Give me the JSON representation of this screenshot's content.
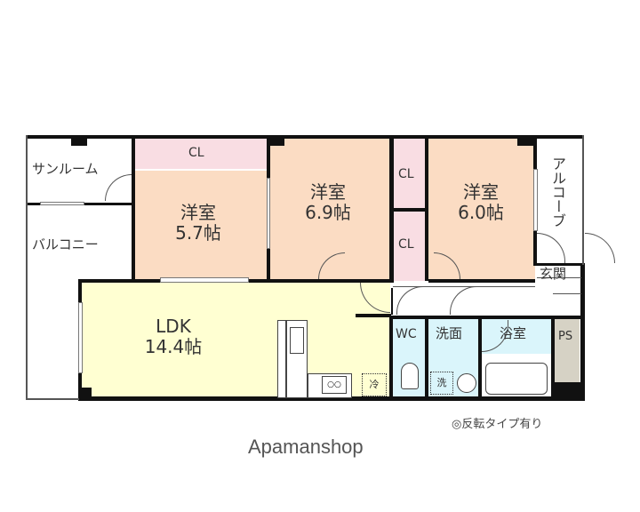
{
  "rooms": {
    "sunroom": {
      "label": "サンルーム"
    },
    "balcony": {
      "label": "バルコニー"
    },
    "closet_top": {
      "label": "CL"
    },
    "western_room_1": {
      "label": "洋室",
      "size": "5.7帖"
    },
    "western_room_2": {
      "label": "洋室",
      "size": "6.9帖"
    },
    "closet_upper": {
      "label": "CL"
    },
    "closet_lower": {
      "label": "CL"
    },
    "western_room_3": {
      "label": "洋室",
      "size": "6.0帖"
    },
    "alcove": {
      "label": "アルコーブ"
    },
    "entrance": {
      "label": "玄関"
    },
    "ldk": {
      "label": "LDK",
      "size": "14.4帖"
    },
    "wc": {
      "label": "WC"
    },
    "washroom": {
      "label": "洗面"
    },
    "bathroom": {
      "label": "浴室"
    },
    "ps": {
      "label": "PS"
    }
  },
  "fixtures": {
    "fridge": "冷",
    "washer": "洗"
  },
  "colors": {
    "western_room": "#fbdcc3",
    "closet": "#f9dde3",
    "ldk": "#ffffd2",
    "wet_area": "#daf5fb",
    "ps": "#d6d2c5",
    "wall": "#111111"
  },
  "note": "◎反転タイプ有り",
  "brand": "Apamanshop"
}
